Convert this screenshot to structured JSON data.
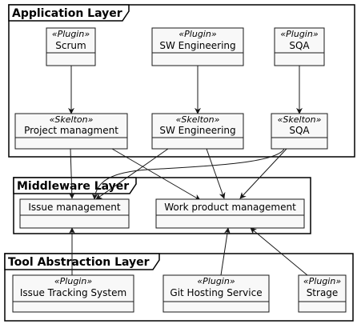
{
  "packages": {
    "application": {
      "title": "Application Layer"
    },
    "middleware": {
      "title": "Middleware Layer"
    },
    "tool_abstraction": {
      "title": "Tool Abstraction Layer"
    }
  },
  "components": {
    "scrum": {
      "stereotype": "«Plugin»",
      "name": "Scrum"
    },
    "sw_engineering_plugin": {
      "stereotype": "«Plugin»",
      "name": "SW Engineering"
    },
    "sqa_plugin": {
      "stereotype": "«Plugin»",
      "name": "SQA"
    },
    "project_management": {
      "stereotype": "«Skelton»",
      "name": "Project managment"
    },
    "sw_engineering_skeleton": {
      "stereotype": "«Skelton»",
      "name": "SW Engineering"
    },
    "sqa_skeleton": {
      "stereotype": "«Skelton»",
      "name": "SQA"
    },
    "issue_management": {
      "name": "Issue management"
    },
    "work_product_management": {
      "name": "Work product management"
    },
    "issue_tracking_system": {
      "stereotype": "«Plugin»",
      "name": "Issue Tracking System"
    },
    "git_hosting_service": {
      "stereotype": "«Plugin»",
      "name": "Git Hosting Service"
    },
    "strage": {
      "stereotype": "«Plugin»",
      "name": "Strage"
    }
  },
  "relations": [
    {
      "from": "scrum",
      "to": "project_management"
    },
    {
      "from": "sw_engineering_plugin",
      "to": "sw_engineering_skeleton"
    },
    {
      "from": "sqa_plugin",
      "to": "sqa_skeleton"
    },
    {
      "from": "project_management",
      "to": "issue_management"
    },
    {
      "from": "project_management",
      "to": "work_product_management"
    },
    {
      "from": "sw_engineering_skeleton",
      "to": "issue_management"
    },
    {
      "from": "sw_engineering_skeleton",
      "to": "work_product_management"
    },
    {
      "from": "sqa_skeleton",
      "to": "issue_management"
    },
    {
      "from": "sqa_skeleton",
      "to": "work_product_management"
    },
    {
      "from": "issue_tracking_system",
      "to": "issue_management"
    },
    {
      "from": "git_hosting_service",
      "to": "work_product_management"
    },
    {
      "from": "strage",
      "to": "work_product_management"
    }
  ]
}
